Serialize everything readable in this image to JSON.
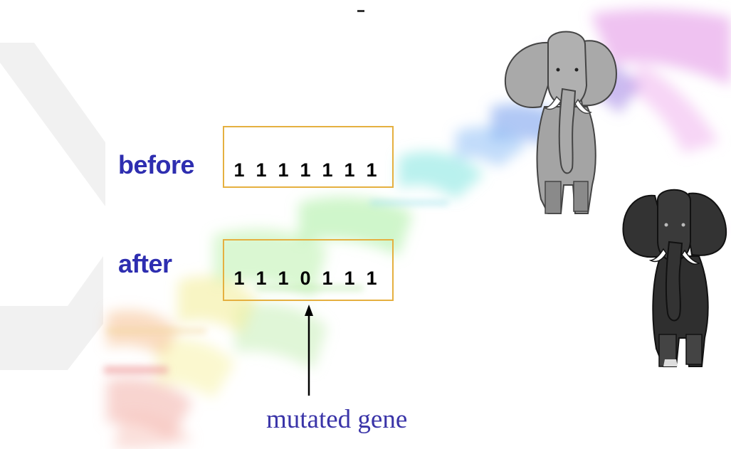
{
  "rows": {
    "before": {
      "label": "before",
      "bits": [
        "1",
        "1",
        "1",
        "1",
        "1",
        "1",
        "1"
      ]
    },
    "after": {
      "label": "after",
      "bits": [
        "1",
        "1",
        "1",
        "0",
        "1",
        "1",
        "1"
      ]
    }
  },
  "callout": {
    "text": "mutated gene",
    "points_to_bit_index": 3
  },
  "elephants": [
    {
      "name": "gray elephant",
      "color": "#a9a9a9"
    },
    {
      "name": "black elephant",
      "color": "#333333"
    }
  ],
  "colors": {
    "label": "#2e2eb0",
    "callout": "#3a34a8",
    "box_border": "#e5b040"
  }
}
